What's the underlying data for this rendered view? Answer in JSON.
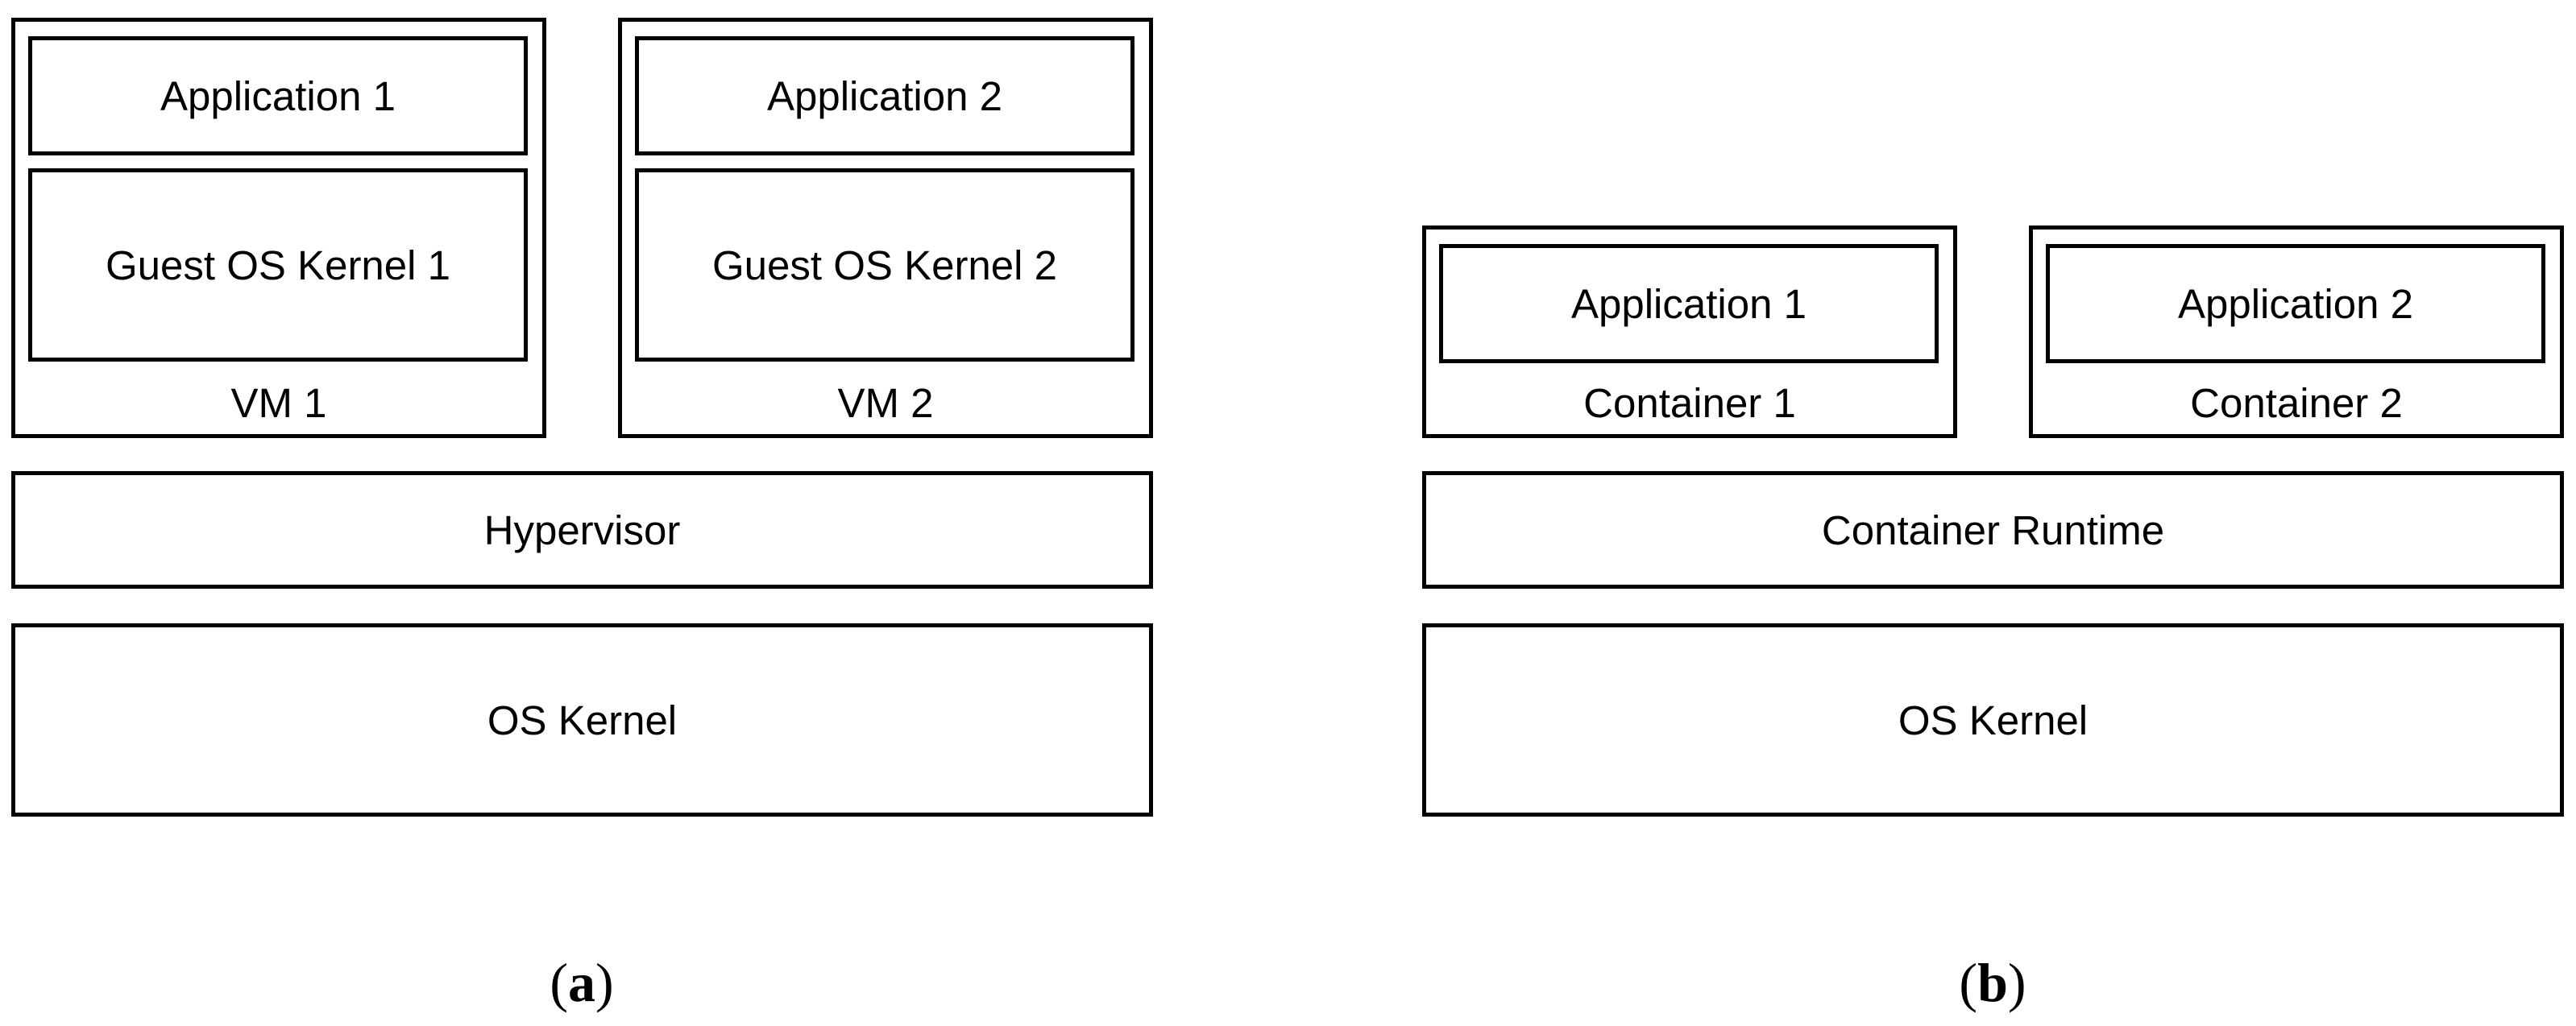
{
  "panel_a": {
    "caption_open": "(",
    "caption_letter": "a",
    "caption_close": ")",
    "vm1": {
      "label": "VM 1",
      "application": "Application 1",
      "guest_kernel": "Guest OS Kernel 1"
    },
    "vm2": {
      "label": "VM 2",
      "application": "Application 2",
      "guest_kernel": "Guest OS Kernel 2"
    },
    "hypervisor": "Hypervisor",
    "os_kernel": "OS Kernel"
  },
  "panel_b": {
    "caption_open": "(",
    "caption_letter": "b",
    "caption_close": ")",
    "container1": {
      "label": "Container 1",
      "application": "Application 1"
    },
    "container2": {
      "label": "Container 2",
      "application": "Application 2"
    },
    "runtime": "Container Runtime",
    "os_kernel": "OS Kernel"
  }
}
